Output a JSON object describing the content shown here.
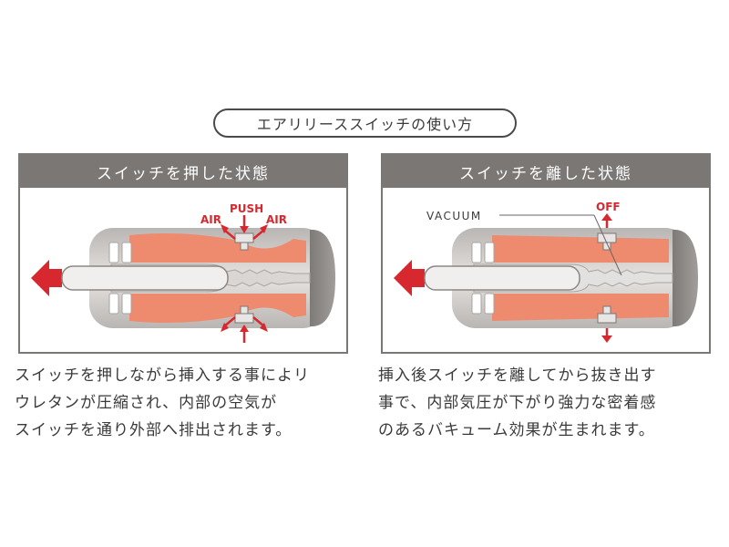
{
  "title": "エアリリーススイッチの使い方",
  "panels": [
    {
      "header": "スイッチを押した状態",
      "labels": {
        "air_left": "AIR",
        "push": "PUSH",
        "air_right": "AIR"
      },
      "description": [
        "スイッチを押しながら挿入する事によリ",
        "ウレタンが圧縮され、内部の空気が",
        "スイッチを通り外部へ排出されます。"
      ]
    },
    {
      "header": "スイッチを離した状態",
      "labels": {
        "vacuum": "VACUUM",
        "off": "OFF"
      },
      "description": [
        "挿入後スイッチを離してから抜き出す",
        "事で、内部気圧が下がり強力な密着感",
        "のあるバキューム効果が生まれます。"
      ]
    }
  ],
  "colors": {
    "panel_frame": "#7a7775",
    "accent_red": "#d7282f",
    "sleeve_orange": "#ee8a6d",
    "shell_gray": "#c9c6c3"
  }
}
